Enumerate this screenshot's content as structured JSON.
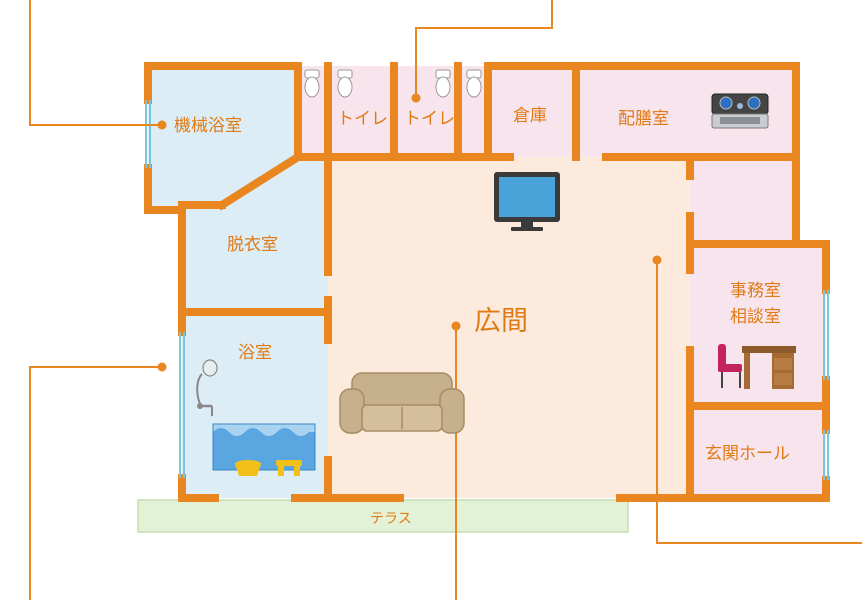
{
  "rooms": {
    "machine_bath": "機械浴室",
    "toilet_1": "トイレ",
    "toilet_2": "トイレ",
    "storage": "倉庫",
    "pantry": "配膳室",
    "changing_room": "脱衣室",
    "bathroom": "浴室",
    "hall": "広間",
    "office_line1": "事務室",
    "office_line2": "相談室",
    "entrance_hall": "玄関ホール",
    "terrace": "テラス"
  },
  "colors": {
    "wall": "#e9861f",
    "bath_blue": "#dcedf6",
    "toilet_pink": "#f8e4ec",
    "hall_beige": "#fcebdc",
    "terrace_green": "#e3f2d6",
    "label_orange": "#e07a14"
  },
  "icons": [
    "toilet-icon",
    "tv-icon",
    "sofa-icon",
    "stove-icon",
    "chair-icon",
    "desk-icon",
    "shower-icon",
    "bathtub-icon",
    "stool-icon",
    "basin-icon"
  ]
}
